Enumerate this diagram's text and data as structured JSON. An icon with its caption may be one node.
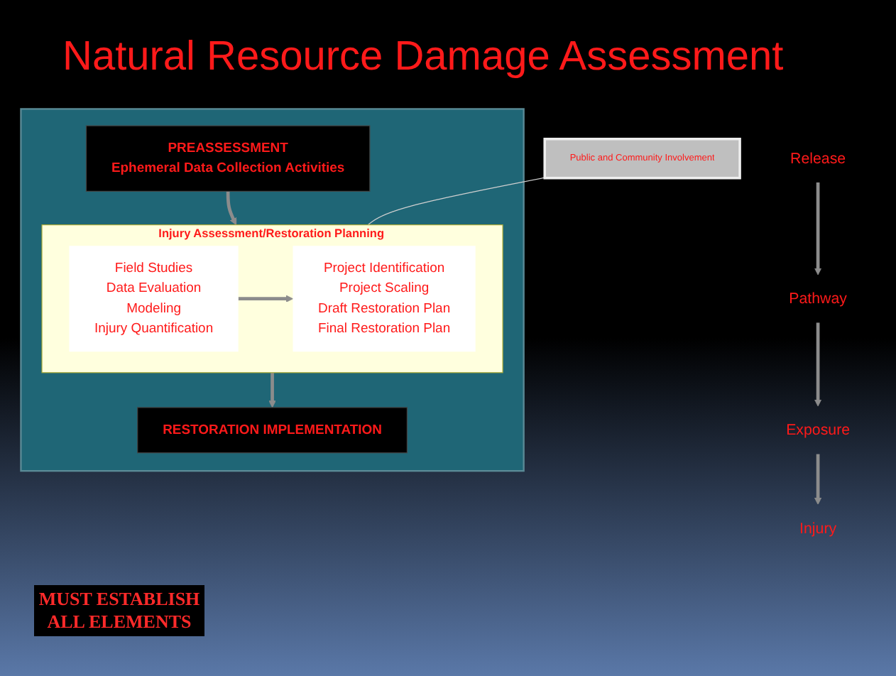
{
  "diagram": {
    "title": "Natural Resource Damage Assessment",
    "nodes": [
      {
        "text": [
          "Release"
        ]
      },
      {
        "text": [
          "Pathway"
        ]
      },
      {
        "text": [
          "Exposure"
        ]
      },
      {
        "text": [
          "Injury"
        ]
      },
      {
        "text": [],
        "shape": "box"
      },
      {
        "text": [
          "PREASSESSMENT",
          "Ephemeral Data Collection Activities"
        ],
        "in": 4
      },
      {
        "text": [
          "Injury Assessment/Restoration Planning"
        ],
        "in": 4
      },
      {
        "text": [
          "Field Studies",
          "Data Evaluation",
          "Modeling",
          "Injury Quantification"
        ],
        "in": 6
      },
      {
        "text": [
          "Project Identification",
          "Project Scaling",
          "Draft Restoration Plan",
          "Final Restoration Plan"
        ],
        "in": 6
      },
      {
        "text": [
          "RESTORATION IMPLEMENTATION"
        ],
        "in": 4
      },
      {
        "text": [
          "Public and Community Involvement"
        ]
      }
    ],
    "edges": [
      {
        "from": 0,
        "to": 1,
        "arrow": "to"
      },
      {
        "from": 1,
        "to": 2,
        "arrow": "to"
      },
      {
        "from": 2,
        "to": 3,
        "arrow": "to"
      },
      {
        "from": 5,
        "to": 6,
        "arrow": "to"
      },
      {
        "from": 7,
        "to": 8,
        "arrow": "to"
      },
      {
        "from": 6,
        "to": 9,
        "arrow": "to"
      },
      {
        "from": 10,
        "to": 6,
        "arrow": "none"
      }
    ],
    "labels": [
      "MUST ESTABLISH ALL ELEMENTS"
    ]
  }
}
